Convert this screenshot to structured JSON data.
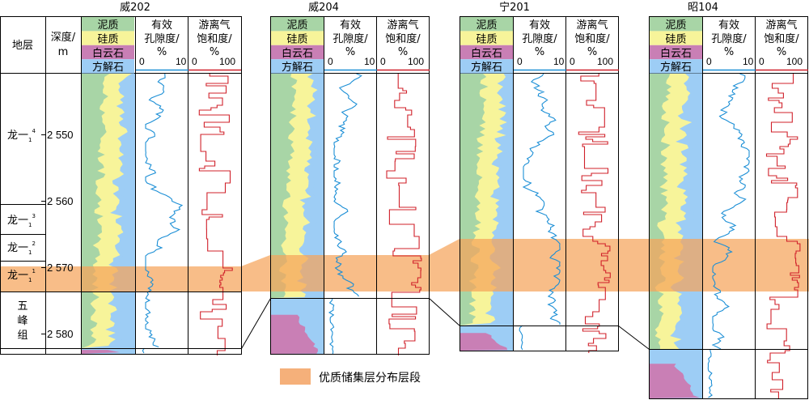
{
  "wells": [
    {
      "name": "威202"
    },
    {
      "name": "威204"
    },
    {
      "name": "宁201"
    },
    {
      "name": "昭104"
    }
  ],
  "header": {
    "strata": "地层",
    "depth_line1": "深度/",
    "depth_line2": "m",
    "lith_mud": "泥质",
    "lith_si": "硅质",
    "lith_dol": "白云石",
    "lith_cal": "方解石",
    "por_line1": "有效",
    "por_line2": "孔隙度/",
    "por_line3": "%",
    "por_min": "0",
    "por_max": "10",
    "gas_line1": "游离气",
    "gas_line2": "饱和度/",
    "gas_line3": "%",
    "gas_min": "0",
    "gas_max": "100"
  },
  "strata": [
    {
      "label": "龙一",
      "sub": "1",
      "sup": "4"
    },
    {
      "label": "龙一",
      "sub": "1",
      "sup": "3"
    },
    {
      "label": "龙一",
      "sub": "1",
      "sup": "2"
    },
    {
      "label": "龙一",
      "sub": "1",
      "sup": "1"
    },
    {
      "label_lines": [
        "五",
        "峰",
        "组"
      ]
    }
  ],
  "depth_ticks": [
    "2 550",
    "2 560",
    "2 570",
    "2 580"
  ],
  "legend": {
    "label": "优质储集层分布层段"
  },
  "colors": {
    "mud": "#a8d5a6",
    "silica": "#f7f49a",
    "dolomite": "#c97fb5",
    "calcite": "#9dcdf5",
    "porosity": "#1c8fd6",
    "gas": "#d0202a",
    "zone": "#f5a35a"
  }
}
